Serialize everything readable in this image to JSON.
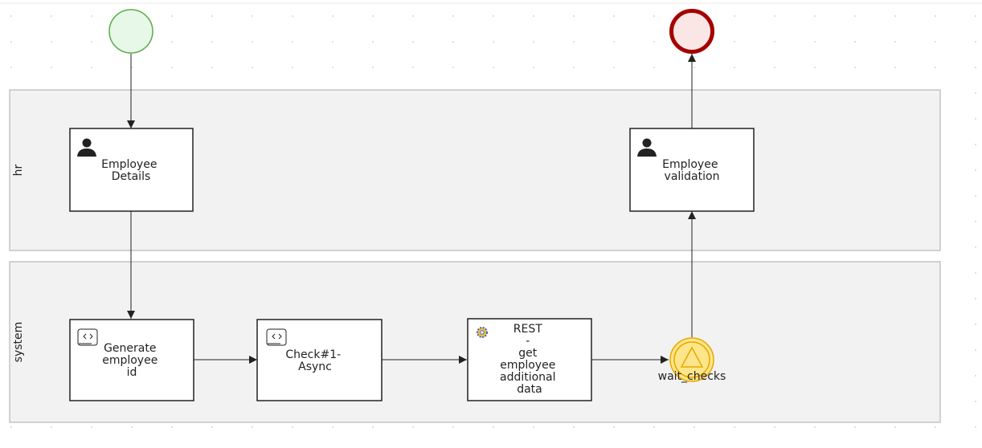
{
  "lanes": [
    {
      "id": "hr",
      "label": "hr"
    },
    {
      "id": "system",
      "label": "system"
    }
  ],
  "tasks": {
    "employee_details": {
      "type": "user-task",
      "icon": "user-icon",
      "lines": [
        "Employee",
        "Details"
      ]
    },
    "employee_validation": {
      "type": "user-task",
      "icon": "user-icon",
      "lines": [
        "Employee",
        "validation"
      ]
    },
    "generate_employee_id": {
      "type": "script-task",
      "icon": "script-icon",
      "lines": [
        "Generate",
        "employee",
        "id"
      ]
    },
    "check_async": {
      "type": "script-task",
      "icon": "script-icon",
      "lines": [
        "Check#1-",
        "Async"
      ]
    },
    "rest_get_employee": {
      "type": "service-task",
      "icon": "service-gear-icon",
      "lines": [
        "REST",
        "-",
        "get",
        "employee",
        "additional",
        "data"
      ]
    }
  },
  "events": {
    "start": {
      "type": "start-event",
      "fill": "#e8f8e8",
      "stroke": "#5aac4a"
    },
    "end": {
      "type": "end-event",
      "fill": "#fbe6e6",
      "stroke": "#a50000"
    },
    "wait_checks": {
      "type": "intermediate-signal-event",
      "label": "wait_checks",
      "fill": "#fde58a",
      "stroke": "#e8a800"
    }
  },
  "colors": {
    "lane_fill": "#f2f2f2",
    "lane_stroke": "#aaaaaa",
    "task_stroke": "#222222",
    "flow": "#222222",
    "grid_dot": "#c8c8c8"
  }
}
